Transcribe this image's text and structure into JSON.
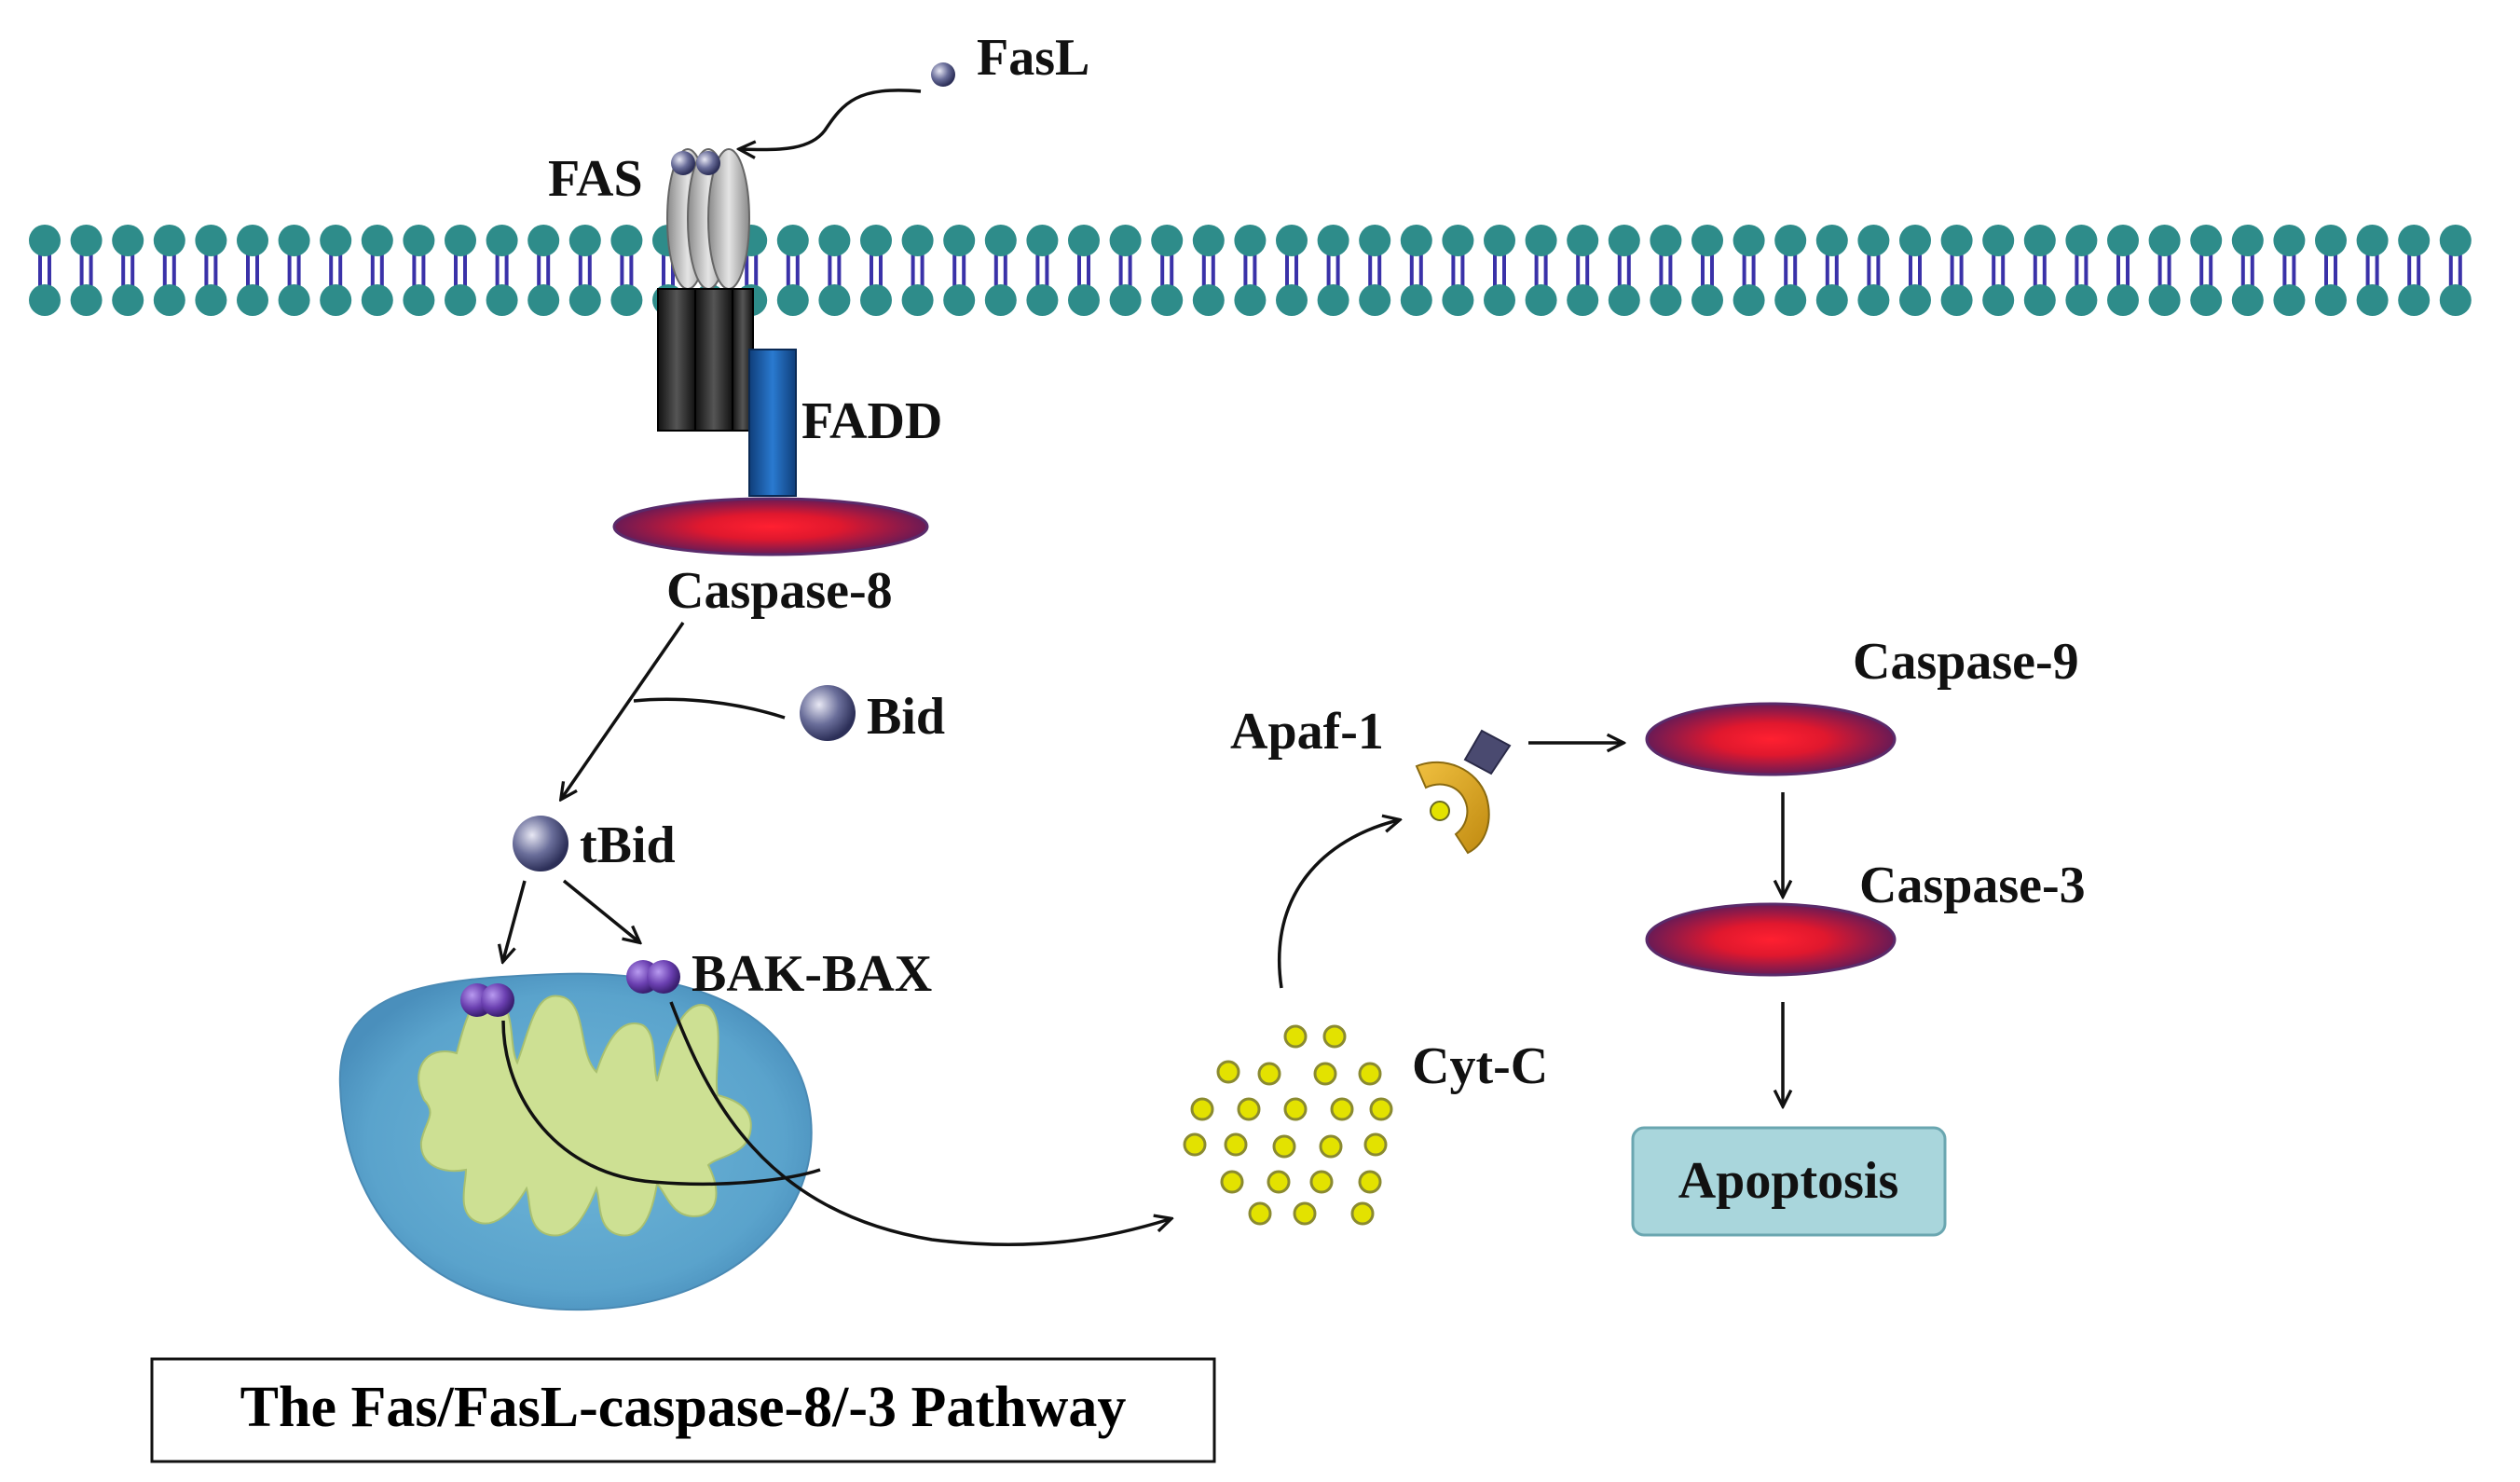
{
  "labels": {
    "fasl": "FasL",
    "fas": "FAS",
    "fadd": "FADD",
    "caspase8": "Caspase-8",
    "bid": "Bid",
    "tbid": "tBid",
    "bakbax": "BAK-BAX",
    "apaf1": "Apaf-1",
    "caspase9": "Caspase-9",
    "caspase3": "Caspase-3",
    "cytc": "Cyt-C",
    "apoptosis": "Apoptosis"
  },
  "title": "The Fas/FasL-caspase-8/-3 Pathway",
  "colors": {
    "membrane_head": "#2e8c8a",
    "membrane_tail": "#3a32a8",
    "mito_outer": "#5fa8cf",
    "mito_inner": "#cbde92",
    "caspase_core": "#ff1a2e",
    "caspase_edge": "#7a1a52",
    "fadd": "#1a5aa8",
    "apoptosis_box": "#a9d6dc",
    "cytc_dot": "#e3e200",
    "bak_bax": "#6a3fb0"
  },
  "icons": [
    "fasl-ligand-icon",
    "fas-receptor-icon",
    "fadd-adaptor-icon",
    "bid-protein-icon",
    "tbid-protein-icon",
    "bak-bax-icon",
    "mitochondrion-icon",
    "cytochrome-c-icon",
    "apaf1-icon"
  ]
}
